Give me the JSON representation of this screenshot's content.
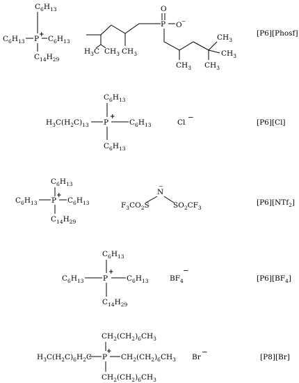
{
  "figure": {
    "rows": [
      {
        "label": "[P6][Phosf]",
        "cation": {
          "center": "P",
          "top": "C6H13",
          "left": "C6H13",
          "right": "C6H13",
          "bottom": "C14H29"
        },
        "anion": {
          "type": "phosphinate",
          "oxygen_double": "O",
          "oxygen_single": "O",
          "charge": "−",
          "phosphorus": "P",
          "branch_labels": [
            "H3C",
            "CH3",
            "CH3",
            "CH3",
            "CH3",
            "CH3"
          ]
        }
      },
      {
        "label": "[P6][Cl]",
        "cation": {
          "center": "P",
          "top": "C6H13",
          "left": "H3C(H2C)13",
          "right": "C6H13",
          "bottom": "C6H13"
        },
        "anion": {
          "text": "Cl",
          "charge": "−"
        }
      },
      {
        "label": "[P6][NTf2]",
        "cation": {
          "center": "P",
          "top": "C6H13",
          "left": "C6H13",
          "right": "C6H13",
          "bottom": "C14H29"
        },
        "anion": {
          "left": "F3CO2S",
          "center": "N",
          "right": "SO2CF3",
          "charge": "−"
        }
      },
      {
        "label": "[P6][BF4]",
        "cation": {
          "center": "P",
          "top": "C6H13",
          "left": "C6H13",
          "right": "C6H13",
          "bottom": "C14H29"
        },
        "anion": {
          "text": "BF4",
          "charge": "−"
        }
      },
      {
        "label": "[P8][Br]",
        "cation": {
          "center": "P",
          "top": "CH2(CH2)6CH3",
          "left": "H3C(H2C)6H2C",
          "right": "CH2(CH2)6CH3",
          "bottom": "CH2(CH2)6CH3"
        },
        "anion": {
          "text": "Br",
          "charge": "−"
        }
      }
    ]
  }
}
